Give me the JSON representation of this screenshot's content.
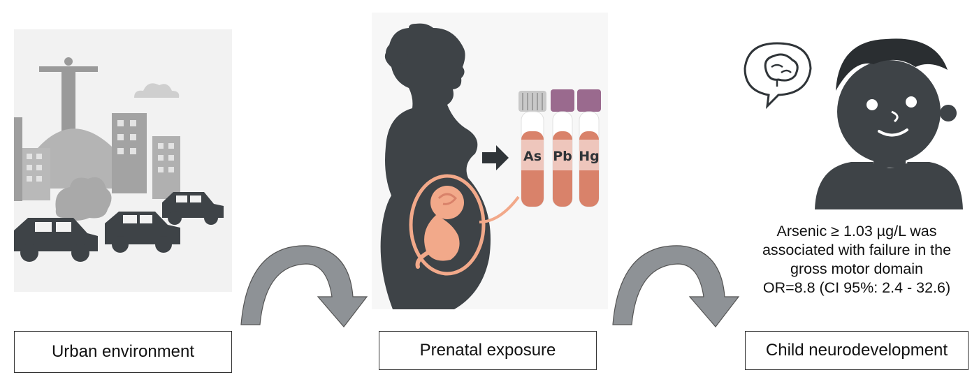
{
  "labels": {
    "urban": "Urban environment",
    "prenatal": "Prenatal exposure",
    "child": "Child neurodevelopment"
  },
  "tubes": [
    "As",
    "Pb",
    "Hg"
  ],
  "result": {
    "line1": "Arsenic ≥ 1.03 µg/L was",
    "line2": "associated with failure in the",
    "line3": "gross motor domain",
    "line4": "OR=8.8 (CI 95%: 2.4 - 32.6)"
  },
  "icons": [
    "city-scene-icon",
    "pregnant-woman-icon",
    "fetus-icon",
    "blood-tube-icon",
    "child-icon",
    "brain-speech-bubble-icon",
    "curved-arrow-icon"
  ],
  "colors": {
    "silhouette": "#3e4347",
    "blood": "#d9826a",
    "fetus": "#f2a98a",
    "arrow_gray": "#8e9296",
    "city_gray": "#a8a8a8"
  }
}
